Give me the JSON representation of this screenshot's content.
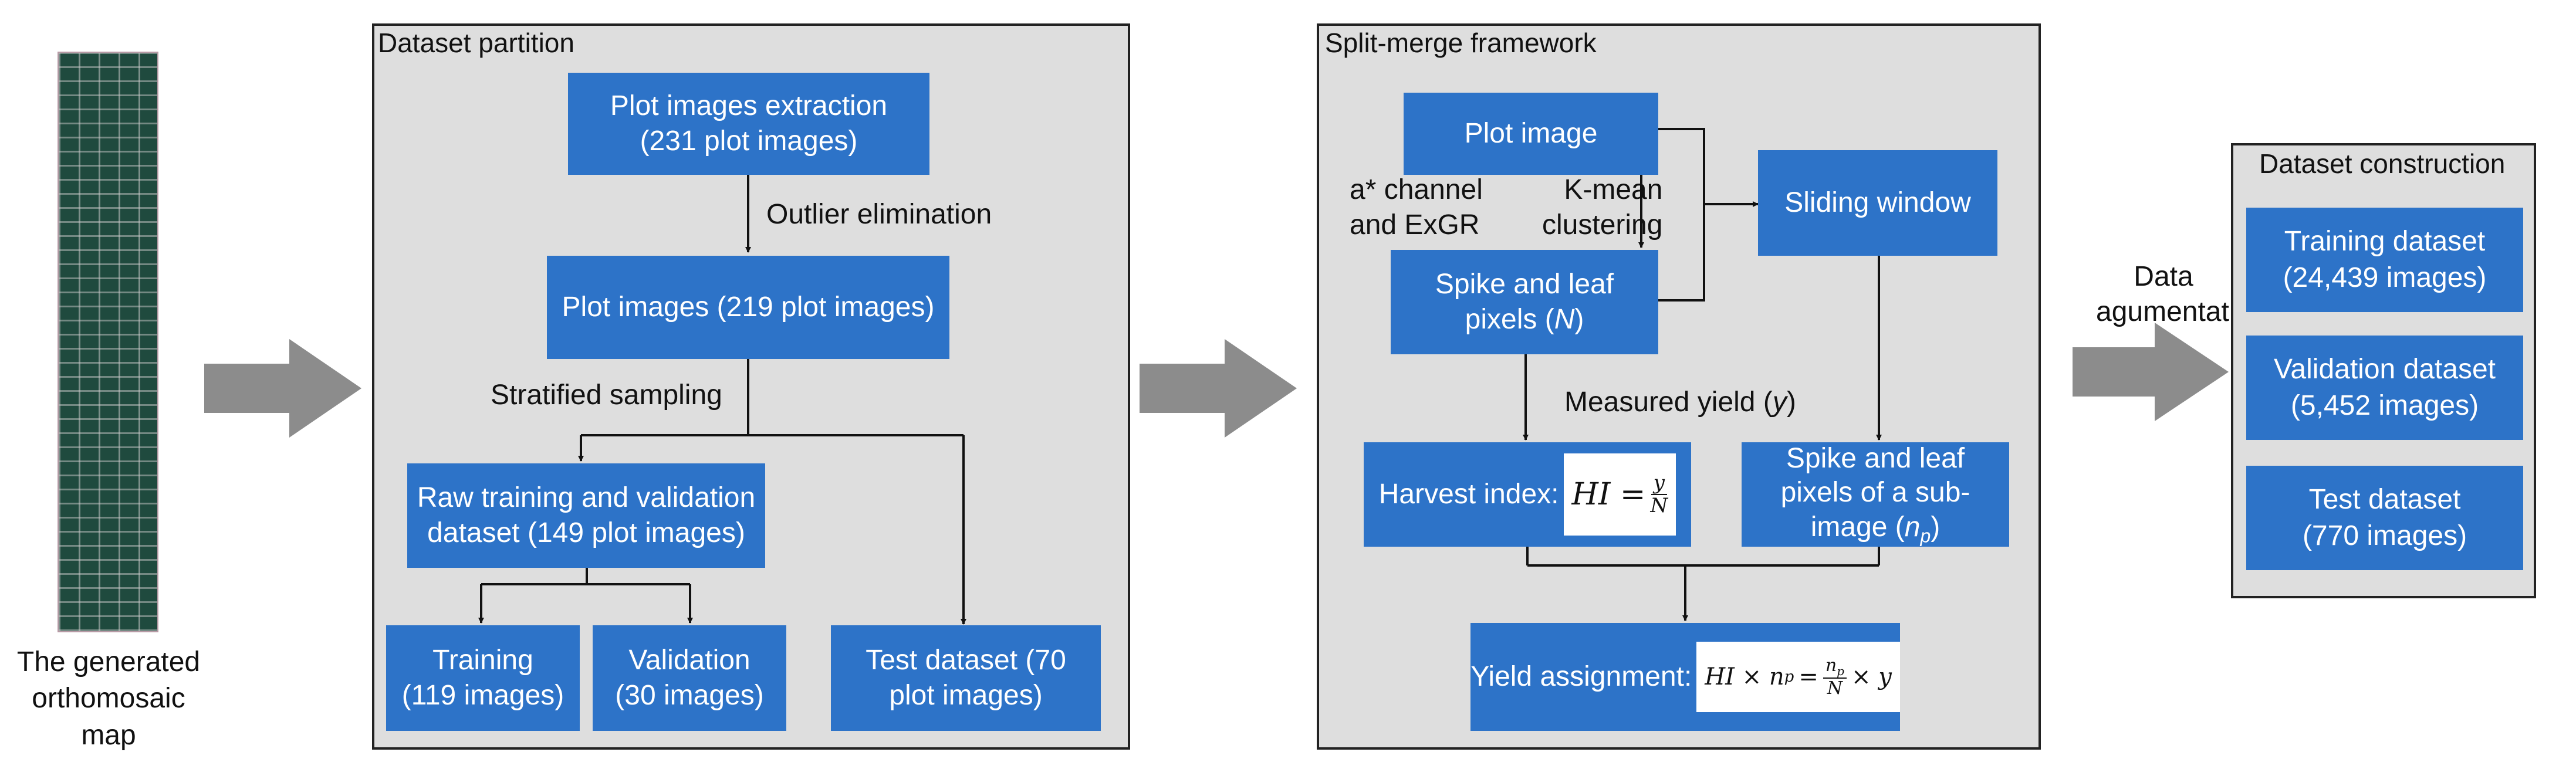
{
  "map": {
    "caption_line1": "The generated",
    "caption_line2": "orthomosaic map"
  },
  "partition": {
    "title": "Dataset partition",
    "extraction_l1": "Plot images extraction",
    "extraction_l2": "(231 plot images)",
    "outlier": "Outlier elimination",
    "plot_images": "Plot images (219 plot images)",
    "stratified": "Stratified sampling",
    "raw_l1": "Raw training and validation",
    "raw_l2": "dataset (149 plot images)",
    "training_l1": "Training",
    "training_l2": "(119 images)",
    "validation_l1": "Validation",
    "validation_l2": "(30 images)",
    "test_l1": "Test dataset (70",
    "test_l2": "plot images)"
  },
  "splitmerge": {
    "title": "Split-merge framework",
    "plot_image": "Plot image",
    "achannel_l1": "a* channel",
    "achannel_l2": "and ExGR",
    "kmean_l1": "K-mean",
    "kmean_l2": "clustering",
    "sliding": "Sliding window",
    "spike_l1": "Spike and leaf",
    "spike_l2": "pixels (",
    "spike_var": "N",
    "spike_l2_end": ")",
    "measured": "Measured yield (",
    "measured_var": "y",
    "measured_end": ")",
    "harvest_label": "Harvest index:",
    "harvest_lhs": "HI =",
    "harvest_num": "y",
    "harvest_den": "N",
    "sub_l1": "Spike and leaf",
    "sub_l2": "pixels of a sub-",
    "sub_l3": "image (",
    "sub_var": "n",
    "sub_sub": "p",
    "sub_end": ")",
    "yield_label": "Yield assignment:",
    "yield_lhs": "HI × n",
    "yield_lhs_sub": "p",
    "yield_eq": "=",
    "yield_num": "n",
    "yield_num_sub": "p",
    "yield_den": "N",
    "yield_rhs": "× y"
  },
  "augment": {
    "label_l1": "Data",
    "label_l2": "agumentation"
  },
  "construction": {
    "title": "Dataset construction",
    "train_l1": "Training dataset",
    "train_l2": "(24,439 images)",
    "val_l1": "Validation dataset",
    "val_l2": "(5,452 images)",
    "test_l1": "Test dataset",
    "test_l2": "(770 images)"
  },
  "colors": {
    "box": "#2d73c8",
    "panel": "#dedede",
    "arrow": "#8c8c8c"
  }
}
